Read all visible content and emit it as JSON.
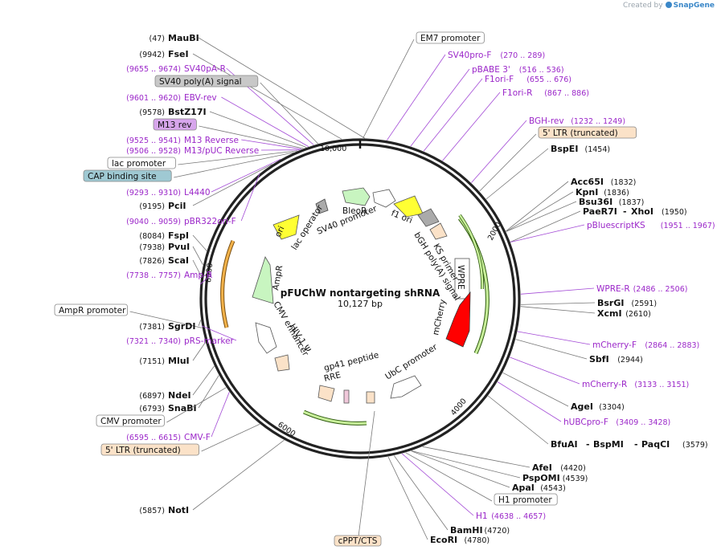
{
  "app": {
    "credit_prefix": "Created by",
    "credit_brand": "SnapGene"
  },
  "plasmid": {
    "name": "pFUChW nontargeting shRNA",
    "size": "10,127 bp"
  },
  "ticks": [
    {
      "label": "10,000",
      "bp": 10000
    },
    {
      "label": "2000",
      "bp": 2000
    },
    {
      "label": "4000",
      "bp": 4000
    },
    {
      "label": "6000",
      "bp": 6000
    },
    {
      "label": "8000",
      "bp": 8000
    }
  ],
  "left_labels": [
    {
      "kind": "enzyme",
      "pos": "(47)",
      "name": "MauBI"
    },
    {
      "kind": "enzyme",
      "pos": "(9942)",
      "name": "FseI"
    },
    {
      "kind": "primer",
      "pos": "(9655 .. 9674)",
      "name": "SV40pA-R"
    },
    {
      "kind": "feature",
      "name": "SV40 poly(A) signal",
      "fill": "#c8c8c8"
    },
    {
      "kind": "primer",
      "pos": "(9601 .. 9620)",
      "name": "EBV-rev"
    },
    {
      "kind": "enzyme",
      "pos": "(9578)",
      "name": "BstZ17I"
    },
    {
      "kind": "feature",
      "name": "M13 rev",
      "fill": "#d7a6ec"
    },
    {
      "kind": "primer",
      "pos": "(9525 .. 9541)",
      "name": "M13 Reverse"
    },
    {
      "kind": "primer",
      "pos": "(9506 .. 9528)",
      "name": "M13/pUC Reverse"
    },
    {
      "kind": "feature",
      "name": "lac promoter",
      "fill": "#ffffff"
    },
    {
      "kind": "feature",
      "name": "CAP binding site",
      "fill": "#9fc9d3"
    },
    {
      "kind": "primer",
      "pos": "(9293 .. 9310)",
      "name": "L4440"
    },
    {
      "kind": "enzyme",
      "pos": "(9195)",
      "name": "PciI"
    },
    {
      "kind": "primer",
      "pos": "(9040 .. 9059)",
      "name": "pBR322ori-F"
    },
    {
      "kind": "enzyme",
      "pos": "(8084)",
      "name": "FspI"
    },
    {
      "kind": "enzyme",
      "pos": "(7938)",
      "name": "PvuI"
    },
    {
      "kind": "enzyme",
      "pos": "(7826)",
      "name": "ScaI"
    },
    {
      "kind": "primer",
      "pos": "(7738 .. 7757)",
      "name": "Amp-R"
    },
    {
      "kind": "feature",
      "name": "AmpR promoter",
      "fill": "#ffffff"
    },
    {
      "kind": "enzyme",
      "pos": "(7381)",
      "name": "SgrDI"
    },
    {
      "kind": "primer",
      "pos": "(7321 .. 7340)",
      "name": "pRS-marker"
    },
    {
      "kind": "enzyme",
      "pos": "(7151)",
      "name": "MluI"
    },
    {
      "kind": "enzyme",
      "pos": "(6897)",
      "name": "NdeI"
    },
    {
      "kind": "enzyme",
      "pos": "(6793)",
      "name": "SnaBI"
    },
    {
      "kind": "feature",
      "name": "CMV promoter",
      "fill": "#ffffff"
    },
    {
      "kind": "primer",
      "pos": "(6595 .. 6615)",
      "name": "CMV-F"
    },
    {
      "kind": "feature",
      "name": "5' LTR (truncated)",
      "fill": "#fbe2c8"
    },
    {
      "kind": "enzyme",
      "pos": "(5857)",
      "name": "NotI"
    }
  ],
  "right_labels": [
    {
      "kind": "feature",
      "name": "EM7 promoter",
      "fill": "#ffffff"
    },
    {
      "kind": "primer",
      "name": "SV40pro-F",
      "pos": "(270 .. 289)"
    },
    {
      "kind": "primer",
      "name": "pBABE 3'",
      "pos": "(516 .. 536)"
    },
    {
      "kind": "primer",
      "name": "F1ori-F",
      "pos": "(655 .. 676)"
    },
    {
      "kind": "primer",
      "name": "F1ori-R",
      "pos": "(867 .. 886)"
    },
    {
      "kind": "primer",
      "name": "BGH-rev",
      "pos": "(1232 .. 1249)"
    },
    {
      "kind": "feature",
      "name": "5' LTR (truncated)",
      "fill": "#fbe2c8"
    },
    {
      "kind": "enzyme",
      "name": "BspEI",
      "pos": "(1454)"
    },
    {
      "kind": "enzyme",
      "name": "Acc65I",
      "pos": "(1832)"
    },
    {
      "kind": "enzyme",
      "name": "KpnI",
      "pos": "(1836)"
    },
    {
      "kind": "enzyme",
      "name": "Bsu36I",
      "pos": "(1837)"
    },
    {
      "kind": "enzyme2",
      "name": "PaeR7I",
      "name2": "XhoI",
      "pos": "(1950)"
    },
    {
      "kind": "primer",
      "name": "pBluescriptKS",
      "pos": "(1951 .. 1967)"
    },
    {
      "kind": "primer",
      "name": "WPRE-R",
      "pos": "(2486 .. 2506)"
    },
    {
      "kind": "enzyme",
      "name": "BsrGI",
      "pos": "(2591)"
    },
    {
      "kind": "enzyme",
      "name": "XcmI",
      "pos": "(2610)"
    },
    {
      "kind": "primer",
      "name": "mCherry-F",
      "pos": "(2864 .. 2883)"
    },
    {
      "kind": "enzyme",
      "name": "SbfI",
      "pos": "(2944)"
    },
    {
      "kind": "primer",
      "name": "mCherry-R",
      "pos": "(3133 .. 3151)"
    },
    {
      "kind": "enzyme",
      "name": "AgeI",
      "pos": "(3304)"
    },
    {
      "kind": "primer",
      "name": "hUBCpro-F",
      "pos": "(3409 .. 3428)"
    },
    {
      "kind": "enzyme3",
      "name": "BfuAI",
      "name2": "BspMI",
      "name3": "PaqCI",
      "pos": "(3579)"
    },
    {
      "kind": "enzyme",
      "name": "AfeI",
      "pos": "(4420)"
    },
    {
      "kind": "enzyme",
      "name": "PspOMI",
      "pos": "(4539)"
    },
    {
      "kind": "enzyme",
      "name": "ApaI",
      "pos": "(4543)"
    },
    {
      "kind": "feature",
      "name": "H1 promoter",
      "fill": "#ffffff"
    },
    {
      "kind": "primer",
      "name": "H1",
      "pos": "(4638 .. 4657)"
    },
    {
      "kind": "enzyme",
      "name": "BamHI",
      "pos": "(4720)"
    },
    {
      "kind": "enzyme",
      "name": "EcoRI",
      "pos": "(4780)"
    }
  ],
  "bottom_feature": {
    "name": "cPPT/CTS",
    "fill": "#fbe2c8"
  },
  "inner_labels": {
    "ori_left": "ori",
    "lac_operator": "lac operator",
    "bleor": "BleoR",
    "sv40_promoter": "SV40 promoter",
    "f1_ori": "f1 ori",
    "ks_primer": "KS primer",
    "bgh": "bGH poly(A) signal",
    "wpre": "WPRE",
    "mcherry": "mCherry",
    "ubc": "UbC promoter",
    "gp41": "gp41 peptide",
    "rre": "RRE",
    "hiv_psi": "HIV-1 Ψ",
    "cmv_enh": "CMV enhancer",
    "ampr": "AmpR"
  }
}
